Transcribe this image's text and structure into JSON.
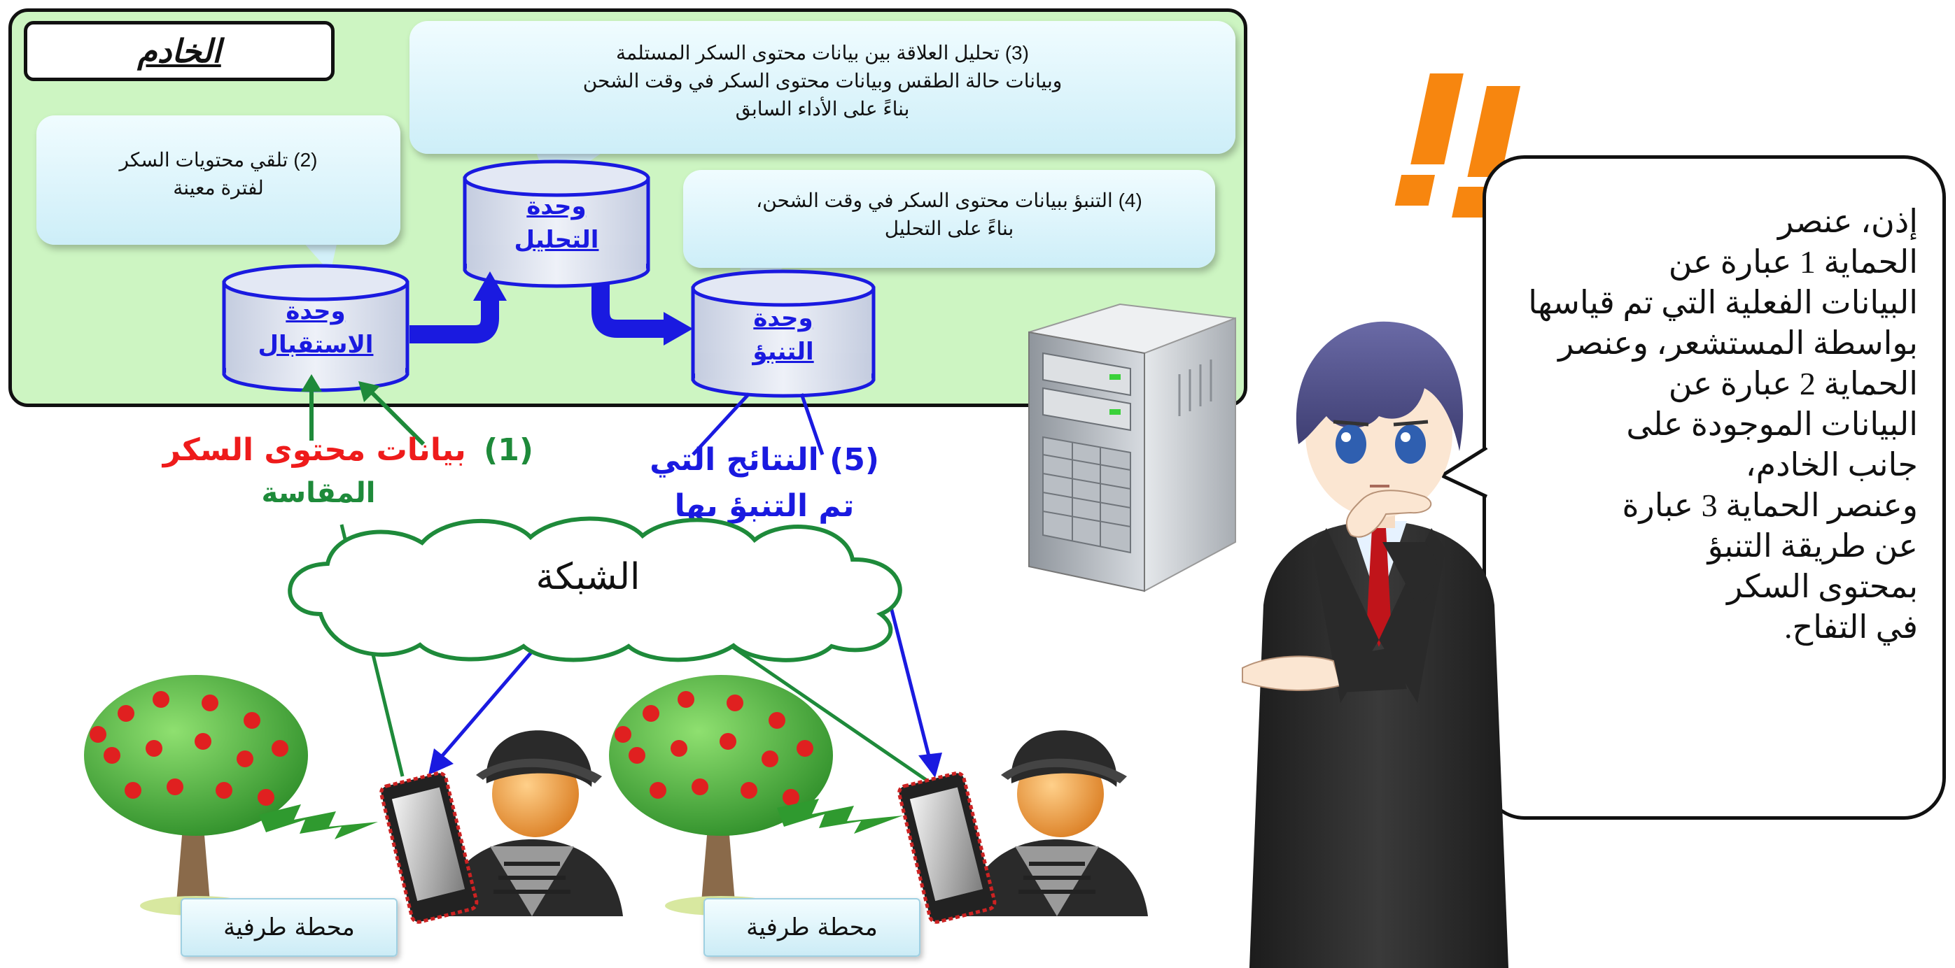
{
  "server": {
    "title": "الخادم"
  },
  "units": {
    "reception": [
      "وحدة",
      "الاستقبال"
    ],
    "analysis": [
      "وحدة",
      "التحليل"
    ],
    "prediction": [
      "وحدة",
      "التنبؤ"
    ]
  },
  "bubbles": {
    "step2": [
      "(2) تلقي محتويات السكر",
      "لفترة معينة"
    ],
    "step3": [
      "(3) تحليل العلاقة بين بيانات محتوى السكر المستلمة",
      "وبيانات حالة الطقس وبيانات محتوى السكر في وقت الشحن",
      "بناءً على الأداء السابق"
    ],
    "step4": [
      "(4) التنبؤ ببيانات محتوى السكر في وقت الشحن،",
      "بناءً على التحليل"
    ]
  },
  "labels": {
    "step1_number": "(1)",
    "step1_text": "بيانات محتوى السكر",
    "step1_sub": "المقاسة",
    "step5_line1": "(5) النتائج التي",
    "step5_line2": "تم التنبؤ بها"
  },
  "network": {
    "label": "الشبكة"
  },
  "terminals": {
    "label_left": "محطة طرفية",
    "label_right": "محطة طرفية"
  },
  "speech": {
    "lines": [
      "إذن، عنصر",
      "الحماية 1 عبارة عن",
      "البيانات الفعلية التي تم قياسها",
      "بواسطة المستشعر، وعنصر",
      "الحماية 2 عبارة عن",
      "البيانات الموجودة على",
      "جانب الخادم،",
      "وعنصر الحماية 3 عبارة",
      "عن طريقة التنبؤ",
      "بمحتوى السكر",
      "في التفاح."
    ]
  },
  "colors": {
    "panel_bg": "#cdf5c2",
    "unit_text": "#1a1ae0",
    "step1_red": "#ee1b1b",
    "step1_green": "#1e8a3a",
    "network_outline": "#1e8a3a",
    "exclamation": "#f7860f"
  },
  "icons": {
    "server_tower": "server-tower-icon",
    "apple_tree": "apple-tree-icon",
    "smartphone": "smartphone-icon",
    "person": "person-icon",
    "signal": "wireless-signal-icon",
    "exclamation": "double-exclamation-icon"
  }
}
